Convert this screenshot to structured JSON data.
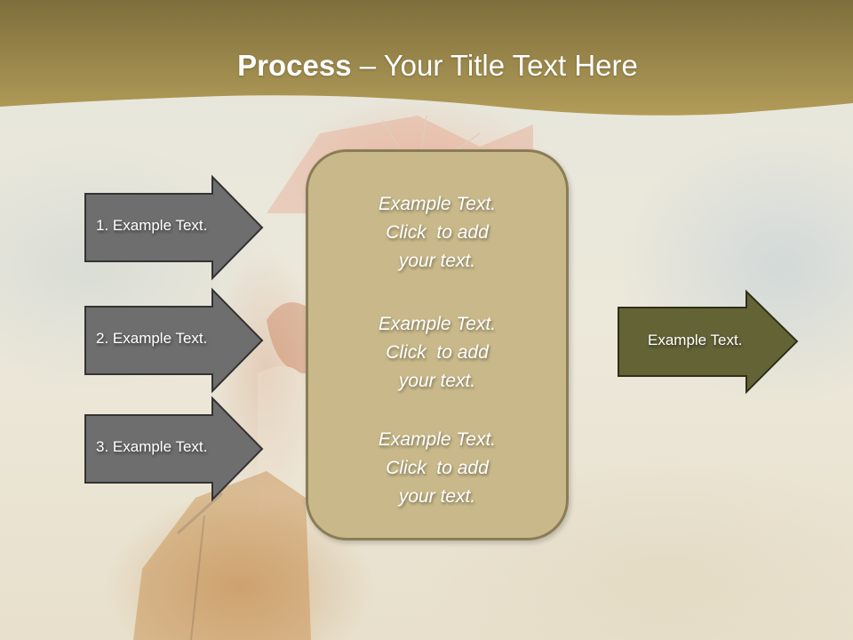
{
  "slide": {
    "title_bold": "Process",
    "title_rest": " – Your Title Text Here"
  },
  "left_arrows": [
    {
      "label": "1. Example Text."
    },
    {
      "label": "2. Example Text."
    },
    {
      "label": "3. Example Text."
    }
  ],
  "center_box": {
    "blocks": [
      {
        "line1": "Example Text.",
        "line2": "Click  to add",
        "line3": "your text."
      },
      {
        "line1": "Example Text.",
        "line2": "Click  to add",
        "line3": "your text."
      },
      {
        "line1": "Example Text.",
        "line2": "Click  to add",
        "line3": "your text."
      }
    ]
  },
  "right_arrow": {
    "label": "Example Text."
  },
  "colors": {
    "header_top": "#7d6e3c",
    "header_bottom": "#b09a55",
    "left_arrow_fill": "#6e6e6e",
    "left_arrow_stroke": "#333333",
    "center_box_fill": "#c9b98a",
    "center_box_stroke": "#8a7c55",
    "right_arrow_fill": "#636336",
    "right_arrow_stroke": "#2f2f18"
  }
}
